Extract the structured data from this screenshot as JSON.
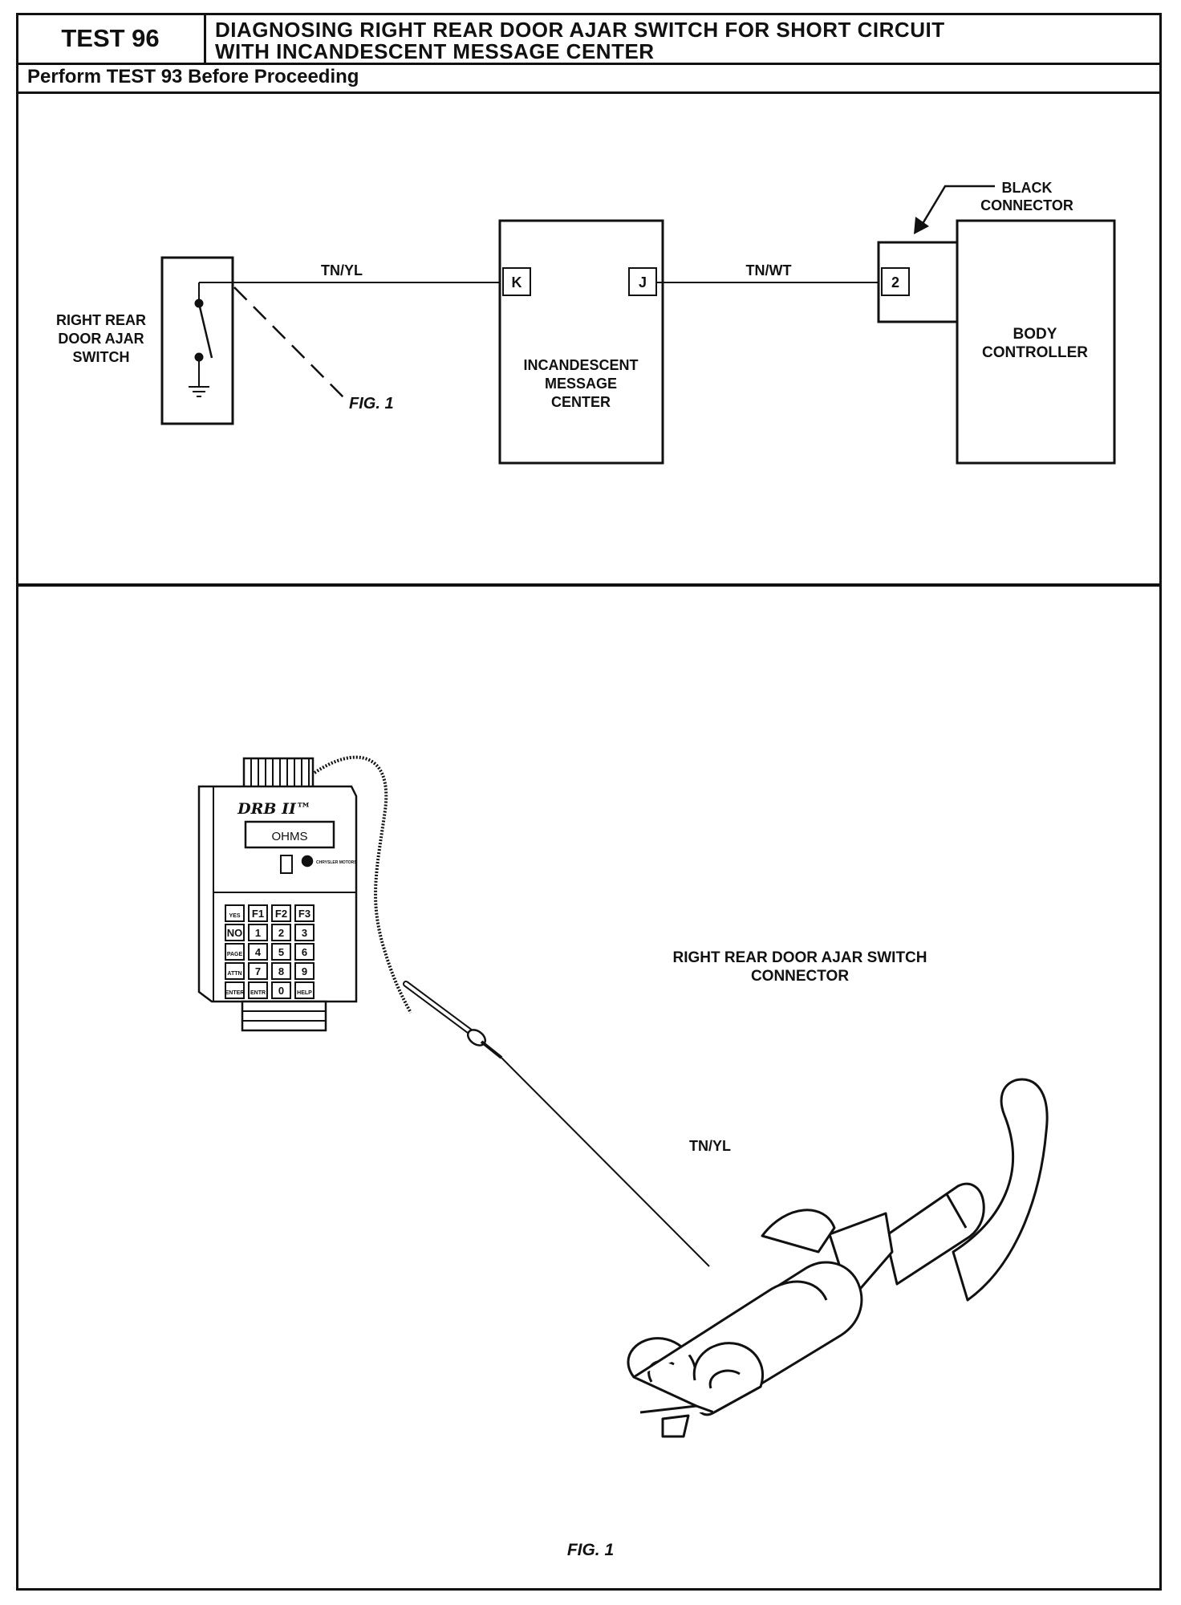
{
  "header": {
    "test_label": "TEST 96",
    "title_line1": "DIAGNOSING RIGHT REAR DOOR AJAR SWITCH FOR SHORT CIRCUIT",
    "title_line2": "WITH INCANDESCENT MESSAGE CENTER",
    "prerequisite": "Perform TEST 93 Before Proceeding"
  },
  "schematic": {
    "switch_label": [
      "RIGHT REAR",
      "DOOR AJAR",
      "SWITCH"
    ],
    "wire1": "TN/YL",
    "wire2": "TN/WT",
    "fig_ref": "FIG. 1",
    "imc_pin_left": "K",
    "imc_pin_right": "J",
    "imc_label": [
      "INCANDESCENT",
      "MESSAGE",
      "CENTER"
    ],
    "connector_pin": "2",
    "connector_label": [
      "BLACK",
      "CONNECTOR"
    ],
    "body_label": [
      "BODY",
      "CONTROLLER"
    ]
  },
  "figure": {
    "tool_brand": "DRB II™",
    "tool_display": "OHMS",
    "tool_maker": "CHRYSLER MOTORS",
    "keypad": [
      "YES",
      "F1",
      "F2",
      "F3",
      "NO",
      "1",
      "2",
      "3",
      "PAGE",
      "4",
      "5",
      "6",
      "ATTN",
      "7",
      "8",
      "9",
      "ENTER",
      "ENTR",
      "0",
      "HELP"
    ],
    "connector_title": [
      "RIGHT REAR DOOR AJAR SWITCH",
      "CONNECTOR"
    ],
    "wire_label": "TN/YL",
    "caption": "FIG. 1"
  }
}
